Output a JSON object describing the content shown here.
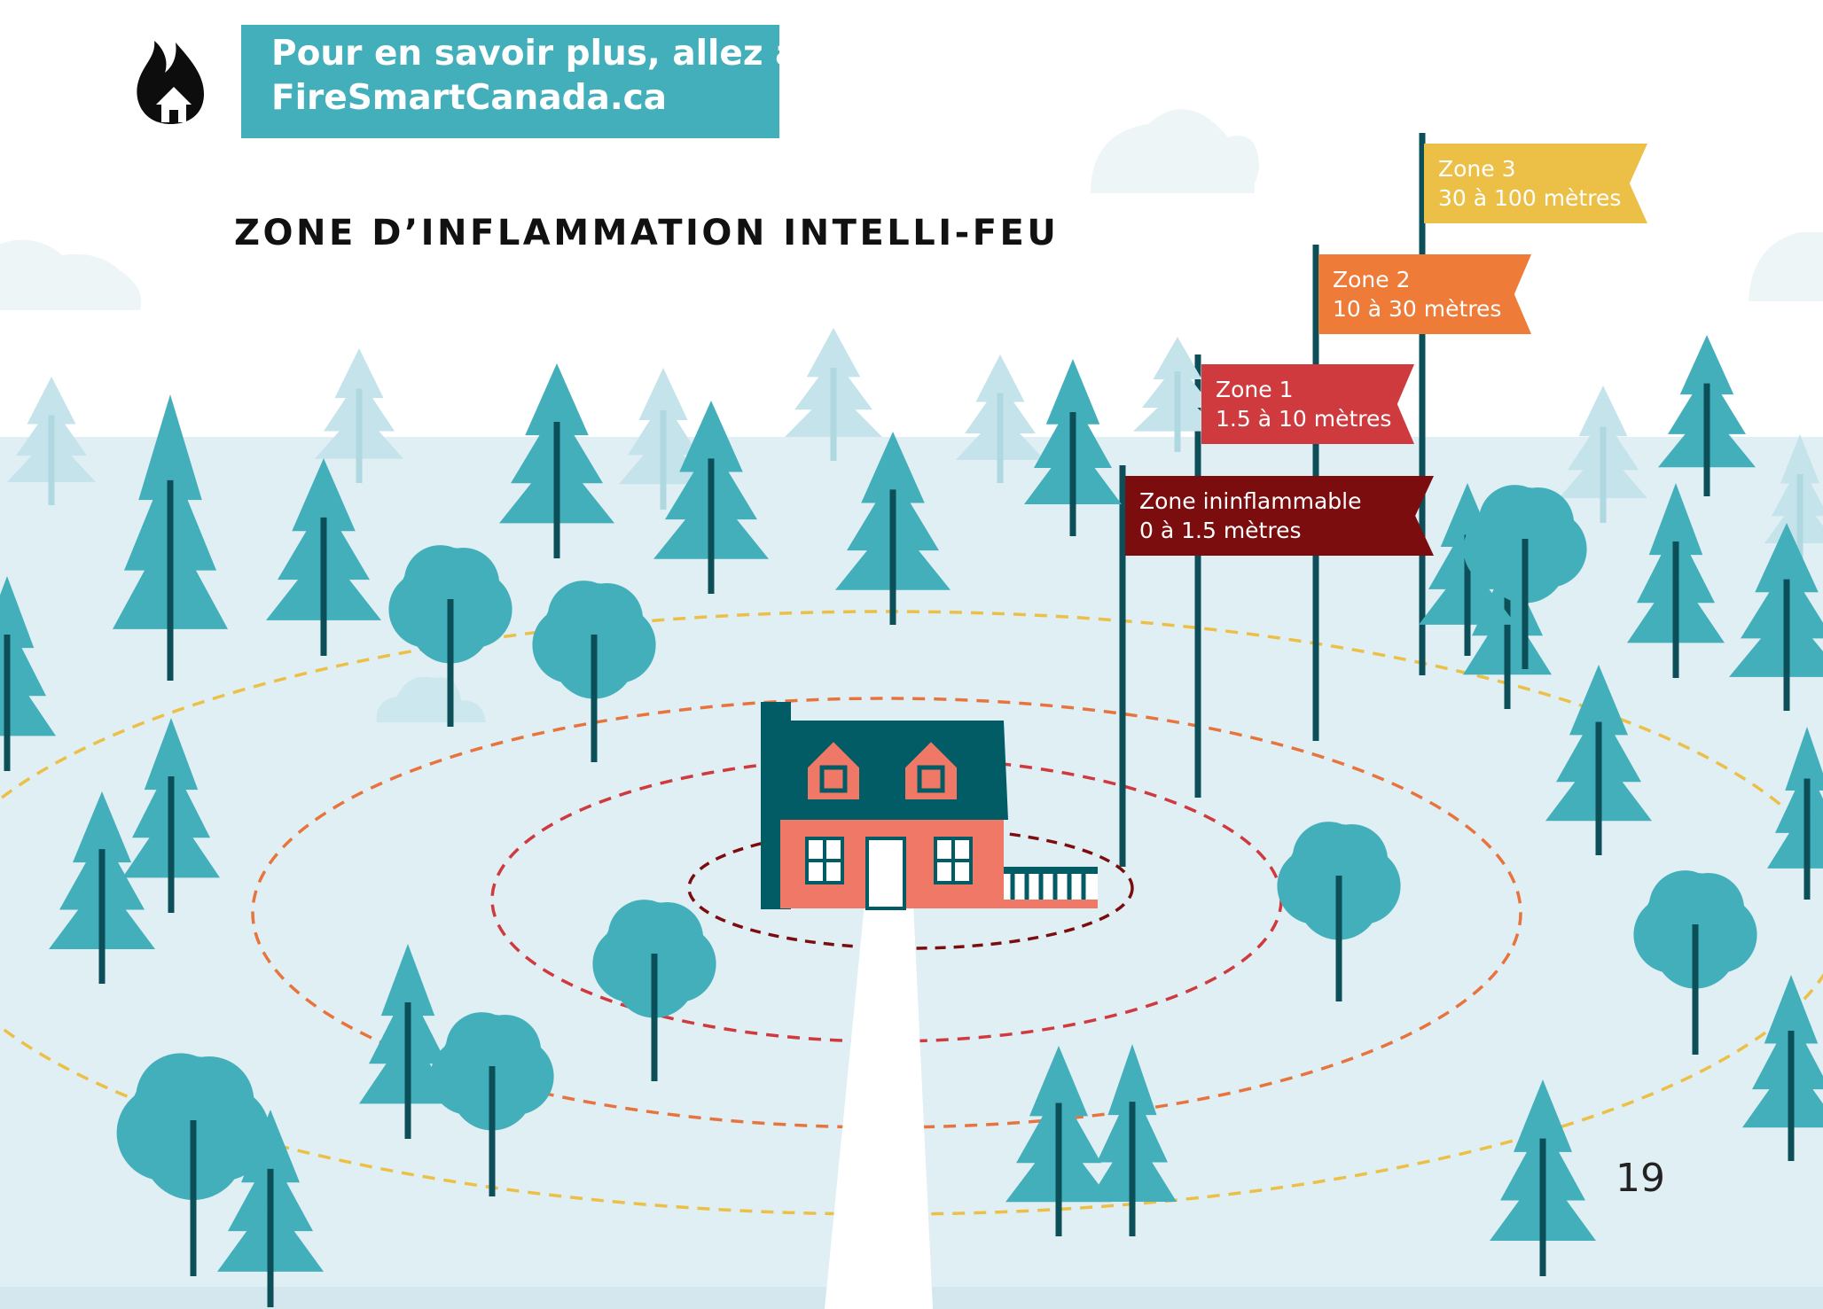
{
  "banner": {
    "line1": "Pour en savoir plus, allez à :",
    "line2": "FireSmartCanada.ca"
  },
  "title": "ZONE D’INFLAMMATION INTELLI-FEU",
  "flags": {
    "zone3": {
      "name": "Zone 3",
      "range": "30 à 100 mètres"
    },
    "zone2": {
      "name": "Zone 2",
      "range": "10 à 30 mètres"
    },
    "zone1": {
      "name": "Zone 1",
      "range": "1.5 à 10 mètres"
    },
    "zone0": {
      "name": "Zone ininflammable",
      "range": "0 à 1.5 mètres"
    }
  },
  "page_number": "19",
  "icons": {
    "logo": "flame-house-icon"
  },
  "colors": {
    "banner": "#42afbb",
    "zone3": "#ecc046",
    "zone2": "#ee7b38",
    "zone1": "#cf3a3e",
    "zone0": "#7b0d0f",
    "ground": "#e0eff4",
    "tree": "#42afbb",
    "tree_faded": "#c4e3ea",
    "trunk": "#0c4f58",
    "house_wall": "#f07866",
    "house_roof": "#025c66"
  }
}
